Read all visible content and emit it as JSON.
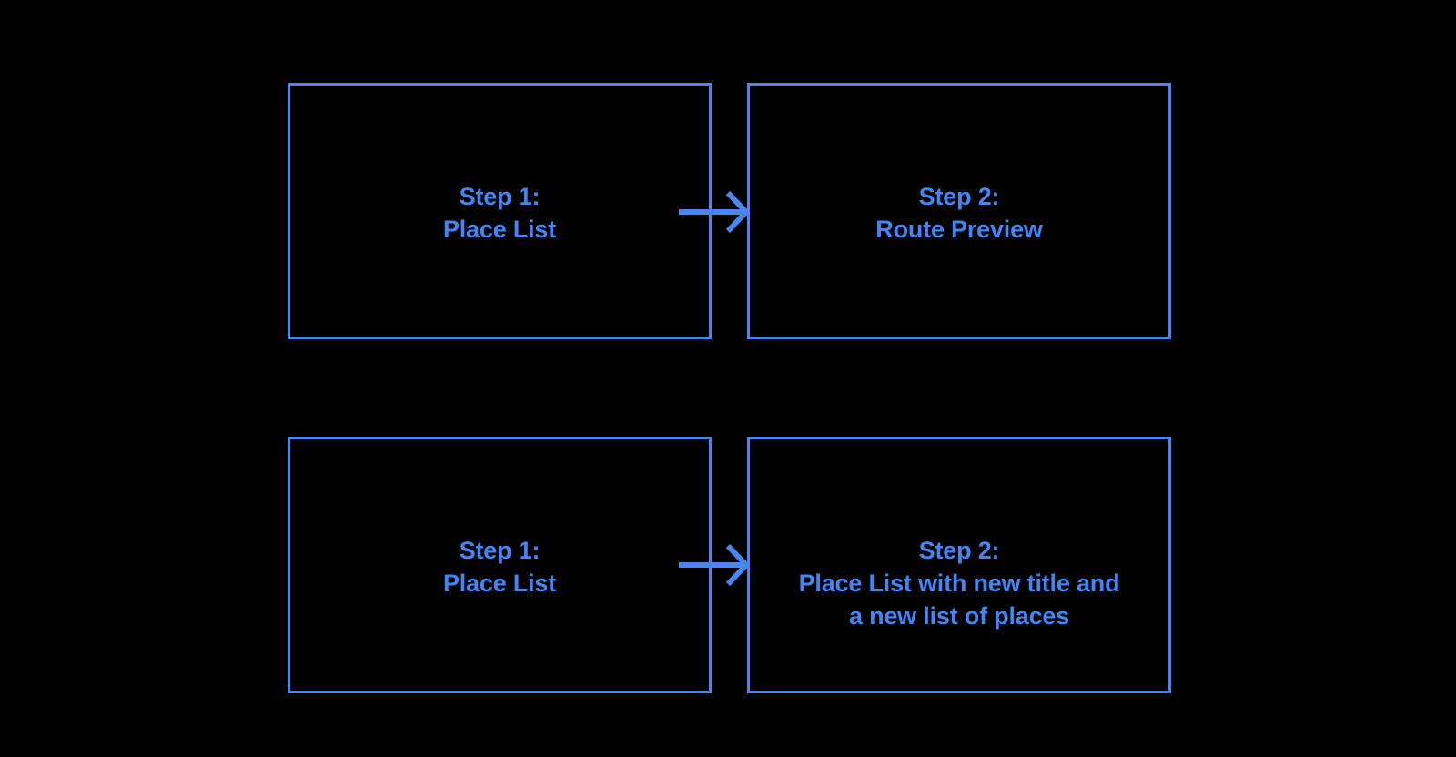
{
  "colors": {
    "background": "#000000",
    "box_border": "#4A86F0",
    "text": "#4285F4",
    "arrow": "#4A86F0"
  },
  "flow": {
    "rows": [
      {
        "from": {
          "lines": [
            "Step 1:",
            "Place List"
          ]
        },
        "to": {
          "lines": [
            "Step 2:",
            "Route Preview"
          ]
        }
      },
      {
        "from": {
          "lines": [
            "Step 1:",
            "Place List"
          ]
        },
        "to": {
          "lines": [
            "Step 2:",
            "Place List with new title and",
            "a new list of places"
          ]
        }
      }
    ]
  }
}
